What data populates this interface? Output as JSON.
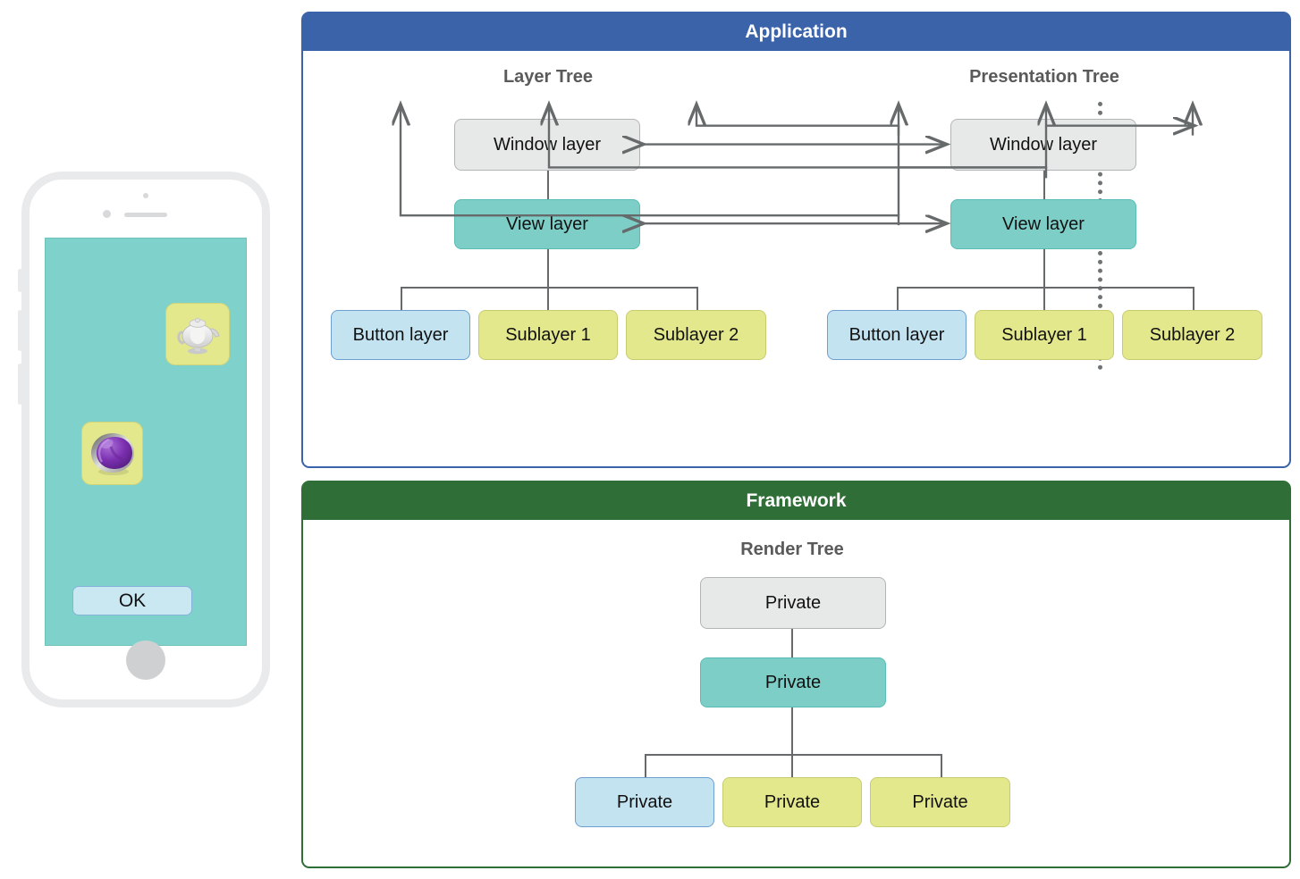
{
  "phone": {
    "screen_background_color": "#7fd2cb",
    "ok_button_label": "OK",
    "icons": [
      {
        "name": "teapot-app-icon",
        "label": "Teapot"
      },
      {
        "name": "orb-app-icon",
        "label": "Orb"
      }
    ]
  },
  "application_panel": {
    "title": "Application",
    "header_color": "#3a63aa",
    "layer_tree": {
      "title": "Layer Tree",
      "nodes": {
        "window": "Window layer",
        "view": "View layer",
        "button": "Button layer",
        "sublayer1": "Sublayer 1",
        "sublayer2": "Sublayer 2"
      }
    },
    "presentation_tree": {
      "title": "Presentation Tree",
      "nodes": {
        "window": "Window layer",
        "view": "View layer",
        "button": "Button layer",
        "sublayer1": "Sublayer 1",
        "sublayer2": "Sublayer 2"
      }
    }
  },
  "framework_panel": {
    "title": "Framework",
    "header_color": "#2f6e36",
    "render_tree": {
      "title": "Render Tree",
      "nodes": {
        "root": "Private",
        "view": "Private",
        "child1": "Private",
        "child2": "Private",
        "child3": "Private"
      }
    }
  },
  "colors": {
    "gray_node": "#e7e8e8",
    "teal_node": "#7ccec7",
    "blue_node": "#c3e3f1",
    "yellow_node": "#e3e88c",
    "connector": "#666a6b"
  }
}
